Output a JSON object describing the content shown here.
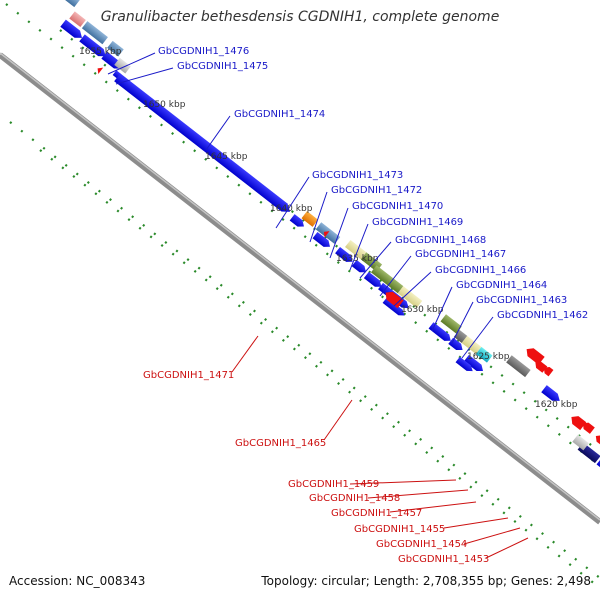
{
  "title": "Granulibacter bethesdensis CGDNIH1, complete genome",
  "footer": {
    "accession": "Accession: NC_008343",
    "summary": "Topology: circular; Length: 2,708,355 bp; Genes: 2,498"
  },
  "colors": {
    "forward_label": "#1a1ac8",
    "reverse_label": "#cc1111",
    "backbone": "#8c8c8c",
    "tick_dots": "#2a8a2a",
    "forward_gene": "#1010e0",
    "reverse_gene": "#ee1010"
  },
  "kbp_labels": [
    "1655 kbp",
    "1650 kbp",
    "1645 kbp",
    "1640 kbp",
    "1635 kbp",
    "1630 kbp",
    "1625 kbp",
    "1620 kbp"
  ],
  "forward_labels": [
    "GbCGDNIH1_1476",
    "GbCGDNIH1_1475",
    "GbCGDNIH1_1474",
    "GbCGDNIH1_1473",
    "GbCGDNIH1_1472",
    "GbCGDNIH1_1470",
    "GbCGDNIH1_1469",
    "GbCGDNIH1_1468",
    "GbCGDNIH1_1467",
    "GbCGDNIH1_1466",
    "GbCGDNIH1_1464",
    "GbCGDNIH1_1463",
    "GbCGDNIH1_1462"
  ],
  "reverse_labels": [
    "GbCGDNIH1_1471",
    "GbCGDNIH1_1465",
    "GbCGDNIH1_1459",
    "GbCGDNIH1_1458",
    "GbCGDNIH1_1457",
    "GbCGDNIH1_1455",
    "GbCGDNIH1_1454",
    "GbCGDNIH1_1453"
  ]
}
